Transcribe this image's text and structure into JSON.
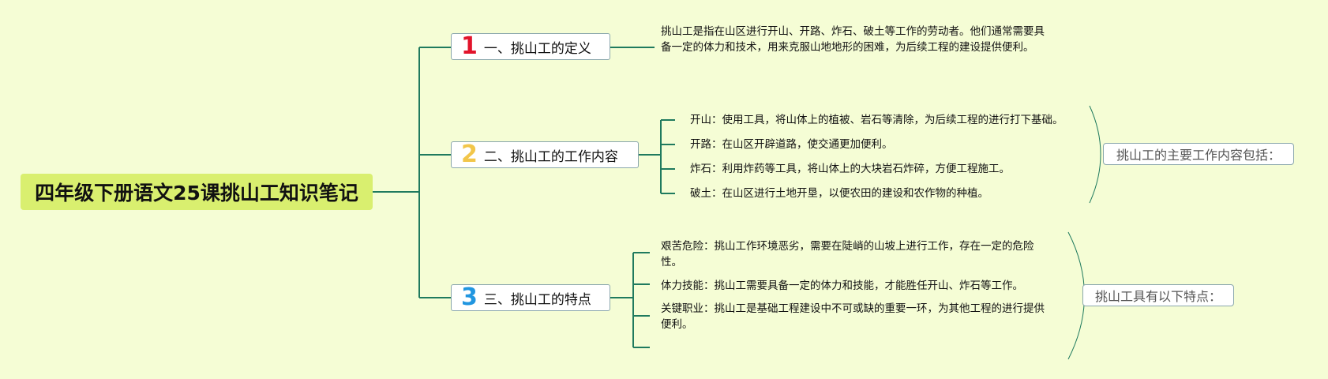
{
  "root": {
    "title": "四年级下册语文25课挑山工知识笔记"
  },
  "branches": [
    {
      "number": "1",
      "label": "一、挑山工的定义",
      "details": [
        "挑山工是指在山区进行开山、开路、炸石、破土等工作的劳动者。他们通常需要具备一定的体力和技术，用来克服山地地形的困难，为后续工程的建设提供便利。"
      ]
    },
    {
      "number": "2",
      "label": "二、挑山工的工作内容",
      "details": [
        "开山：使用工具，将山体上的植被、岩石等清除，为后续工程的进行打下基础。",
        "开路：在山区开辟道路，使交通更加便利。",
        "炸石：利用炸药等工具，将山体上的大块岩石炸碎，方便工程施工。",
        "破土：在山区进行土地开垦，以便农田的建设和农作物的种植。"
      ],
      "summary": "挑山工的主要工作内容包括："
    },
    {
      "number": "3",
      "label": "三、挑山工的特点",
      "details": [
        "艰苦危险：挑山工作环境恶劣，需要在陡峭的山坡上进行工作，存在一定的危险性。",
        "体力技能：挑山工需要具备一定的体力和技能，才能胜任开山、炸石等工作。",
        "关键职业：挑山工是基础工程建设中不可或缺的重要一环，为其他工程的进行提供便利。"
      ],
      "summary": "挑山工具有以下特点："
    }
  ],
  "colors": {
    "line": "#1f7a5e",
    "background": "#f5fdd5",
    "root_fill": "#d9ef6f"
  }
}
